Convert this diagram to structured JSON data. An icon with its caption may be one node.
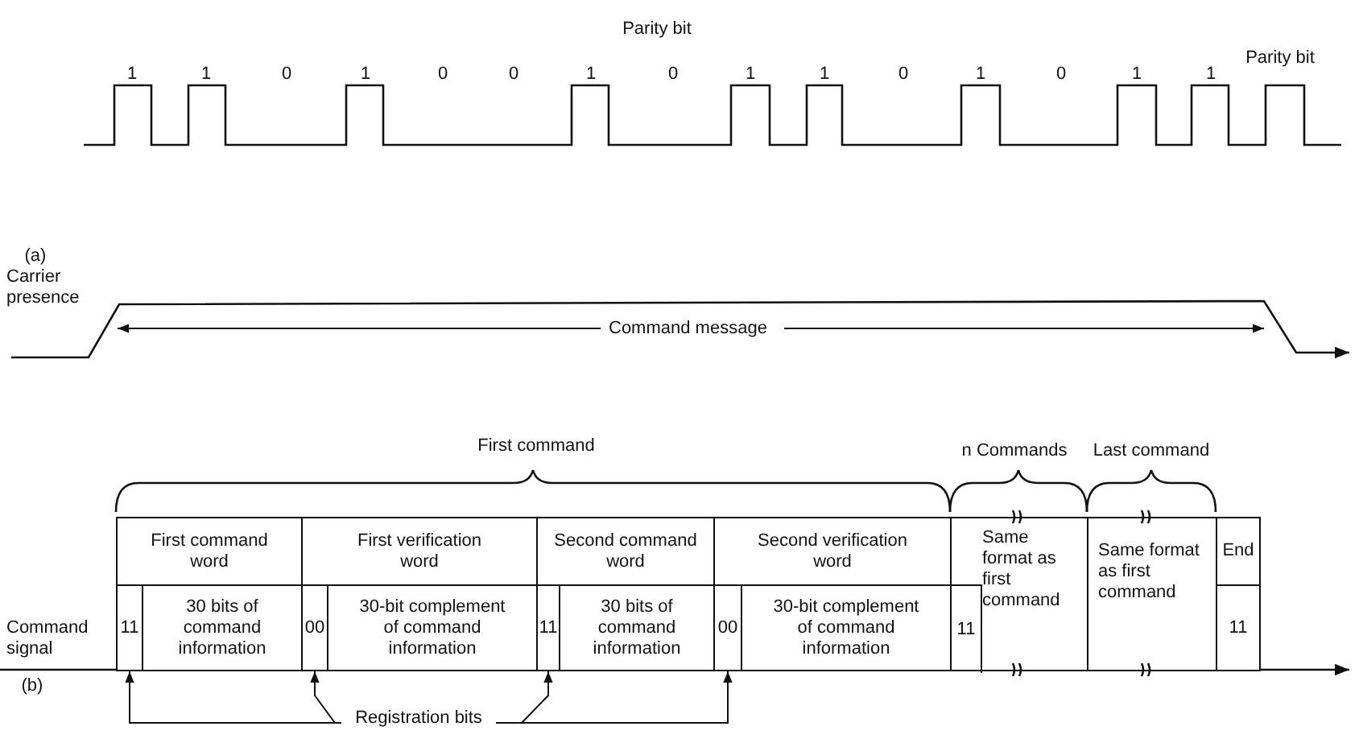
{
  "diagram": {
    "nodes": [
      {
        "text": [
          "First command word"
        ]
      },
      {
        "text": [
          "First verification word"
        ]
      },
      {
        "text": [
          "Second command word"
        ]
      },
      {
        "text": [
          "Second verification word"
        ]
      },
      {
        "text": [
          "11"
        ]
      },
      {
        "text": [
          "30 bits of command information"
        ]
      },
      {
        "text": [
          "00"
        ]
      },
      {
        "text": [
          "30-bit complement of command information"
        ]
      },
      {
        "text": [
          "11"
        ]
      },
      {
        "text": [
          "30 bits of command information"
        ]
      },
      {
        "text": [
          "00"
        ]
      },
      {
        "text": [
          "30-bit complement of command information"
        ]
      },
      {
        "text": [
          "Same format as first command"
        ]
      },
      {
        "text": [
          "11"
        ],
        "in": 12
      },
      {
        "text": [
          "Same format as first command"
        ]
      },
      {
        "text": [
          "End"
        ]
      },
      {
        "text": [
          "11"
        ]
      },
      {
        "text": [
          "Registration bits"
        ]
      }
    ],
    "edges": [
      {
        "from": 17,
        "to": 4,
        "arrow": "to"
      },
      {
        "from": 17,
        "to": 6,
        "arrow": "to"
      },
      {
        "from": 17,
        "to": 8,
        "arrow": "to"
      },
      {
        "from": 17,
        "to": 10,
        "arrow": "to"
      }
    ],
    "labels": [
      "Parity bit",
      "Parity bit",
      "1",
      "1",
      "0",
      "1",
      "0",
      "0",
      "1",
      "0",
      "1",
      "1",
      "0",
      "1",
      "0",
      "1",
      "1",
      "(a)",
      "Carrier presence",
      "Command message",
      "First command",
      "n Commands",
      "Last command",
      "Command signal",
      "(b)"
    ]
  }
}
